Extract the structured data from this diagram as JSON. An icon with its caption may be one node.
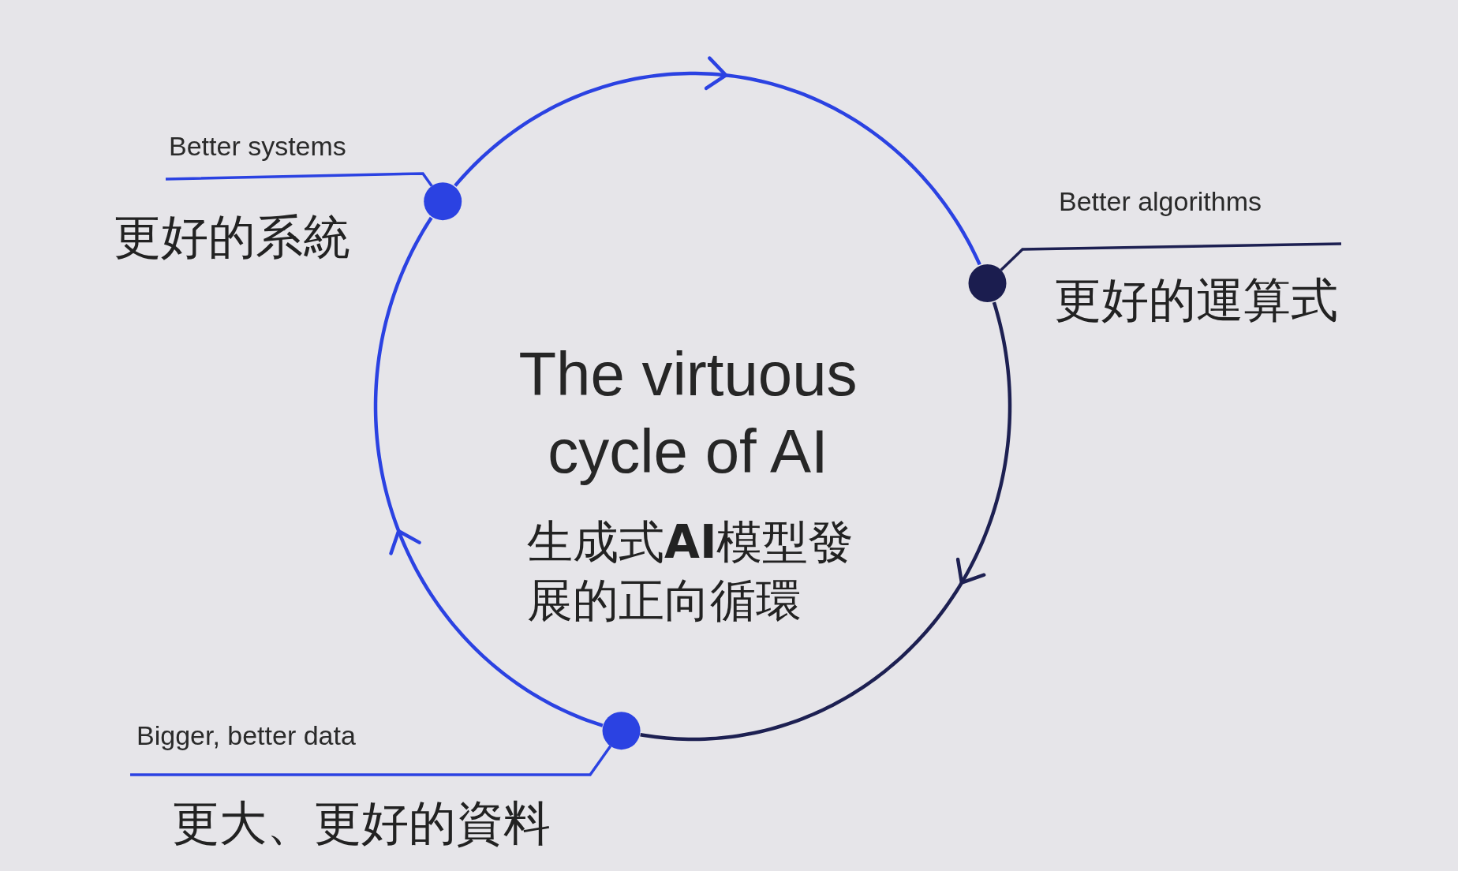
{
  "diagram": {
    "title": "The virtuous cycle of AI",
    "nodes": [
      {
        "text": [
          "Better systems",
          "更好的系統"
        ]
      },
      {
        "text": [],
        "shape": "circle"
      },
      {
        "text": [
          "Better algorithms",
          "更好的運算式"
        ]
      },
      {
        "text": [],
        "shape": "circle"
      },
      {
        "text": [
          "Bigger, better data",
          "更大、更好的資料"
        ]
      },
      {
        "text": [],
        "shape": "circle"
      }
    ],
    "edges": [
      {
        "from": 1,
        "to": 3,
        "arrow": "to"
      },
      {
        "from": 3,
        "to": 5,
        "arrow": "to",
        "color": "#1d2052"
      },
      {
        "from": 5,
        "to": 1,
        "arrow": "to"
      },
      {
        "from": 0,
        "to": 1,
        "arrow": "none"
      },
      {
        "from": 2,
        "to": 3,
        "arrow": "none",
        "color": "#1d2052"
      },
      {
        "from": 4,
        "to": 5,
        "arrow": "none"
      }
    ],
    "labels": [
      "生成式**AI**模型發展的正向循環"
    ]
  }
}
